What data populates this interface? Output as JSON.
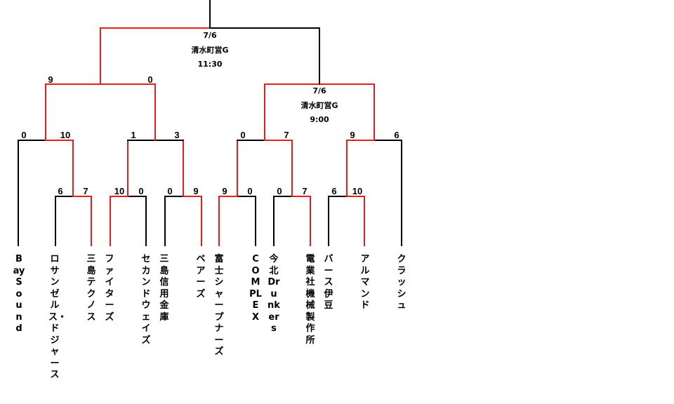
{
  "teams": [
    "Bay Sound",
    "ロサンゼルス・ドジャース",
    "三島テクノス",
    "ファイターズ",
    "セカンドウェイズ",
    "三島信用金庫",
    "ベアーズ",
    "富士シャープナーズ",
    "COMPLEX",
    "今北Drunkers",
    "電業社機械製作所",
    "バース伊豆",
    "アルマンド",
    "クラッシュ"
  ],
  "matches": {
    "m6_7": {
      "left": "6",
      "right": "7"
    },
    "m10_0a": {
      "left": "10",
      "right": "0"
    },
    "m0_9": {
      "left": "0",
      "right": "9"
    },
    "m9_0": {
      "left": "9",
      "right": "0"
    },
    "m0_7": {
      "left": "0",
      "right": "7"
    },
    "m6_10": {
      "left": "6",
      "right": "10"
    },
    "m0_10": {
      "left": "0",
      "right": "10"
    },
    "m1_3": {
      "left": "1",
      "right": "3"
    },
    "m0_7b": {
      "left": "0",
      "right": "7"
    },
    "m9_6": {
      "left": "9",
      "right": "6"
    },
    "m9_0b": {
      "left": "9",
      "right": "0"
    }
  },
  "game_info": {
    "final": {
      "date": "7/6",
      "venue": "清水町営G",
      "time": "11:30"
    },
    "semifinal": {
      "date": "7/6",
      "venue": "清水町営G",
      "time": "9:00"
    }
  },
  "colors": {
    "winner_line": "#e02020",
    "line": "#000000"
  }
}
